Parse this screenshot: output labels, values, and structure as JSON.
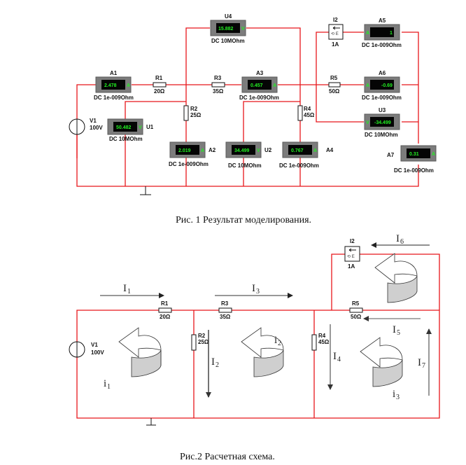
{
  "figure1": {
    "caption": "Рис. 1 Результат моделирования.",
    "source": {
      "name": "V1",
      "value": "100V"
    },
    "resistors": [
      {
        "name": "R1",
        "value": "20Ω"
      },
      {
        "name": "R2",
        "value": "25Ω"
      },
      {
        "name": "R3",
        "value": "35Ω"
      },
      {
        "name": "R4",
        "value": "45Ω"
      },
      {
        "name": "R5",
        "value": "50Ω"
      }
    ],
    "current_source": {
      "name": "I2",
      "value": "1A"
    },
    "meters": [
      {
        "name": "A1",
        "reading": "2.478",
        "spec": "DC  1e-009Ohm",
        "unit": "A"
      },
      {
        "name": "U4",
        "reading": "15.882",
        "spec": "DC  10MOhm",
        "unit": "V"
      },
      {
        "name": "A3",
        "reading": "0.457",
        "spec": "DC  1e-009Ohm",
        "unit": "A"
      },
      {
        "name": "A5",
        "reading": "1",
        "spec": "DC  1e-009Ohm",
        "unit": "A"
      },
      {
        "name": "A6",
        "reading": "-0.69",
        "spec": "DC  1e-009Ohm",
        "unit": "A"
      },
      {
        "name": "U3",
        "reading": "-34.499",
        "spec": "DC  10MOhm",
        "unit": "V"
      },
      {
        "name": "U1",
        "reading": "50.482",
        "spec": "DC  10MOhm",
        "unit": "V"
      },
      {
        "name": "A2",
        "reading": "2.019",
        "spec": "DC  1e-009Ohm",
        "unit": "A"
      },
      {
        "name": "U2",
        "reading": "34.499",
        "spec": "DC  10MOhm",
        "unit": "V"
      },
      {
        "name": "A4",
        "reading": "0.767",
        "spec": "DC  1e-009Ohm",
        "unit": "A"
      },
      {
        "name": "A7",
        "reading": "0.31",
        "spec": "DC  1e-009Ohm",
        "unit": "A"
      }
    ]
  },
  "figure2": {
    "caption": "Рис.2 Расчетная схема.",
    "source": {
      "name": "V1",
      "value": "100V"
    },
    "resistors": [
      {
        "name": "R1",
        "value": "20Ω"
      },
      {
        "name": "R2",
        "value": "25Ω"
      },
      {
        "name": "R3",
        "value": "35Ω"
      },
      {
        "name": "R4",
        "value": "45Ω"
      },
      {
        "name": "R5",
        "value": "50Ω"
      }
    ],
    "current_source": {
      "name": "I2",
      "value": "1A"
    },
    "branch_currents": [
      {
        "symbol": "I",
        "sub": "1"
      },
      {
        "symbol": "I",
        "sub": "2"
      },
      {
        "symbol": "I",
        "sub": "3"
      },
      {
        "symbol": "I",
        "sub": "4"
      },
      {
        "symbol": "I",
        "sub": "5"
      },
      {
        "symbol": "I",
        "sub": "6"
      },
      {
        "symbol": "I",
        "sub": "7"
      }
    ],
    "loop_currents": [
      {
        "symbol": "i",
        "sub": "1"
      },
      {
        "symbol": "i",
        "sub": "2"
      },
      {
        "symbol": "i",
        "sub": "3"
      }
    ]
  }
}
